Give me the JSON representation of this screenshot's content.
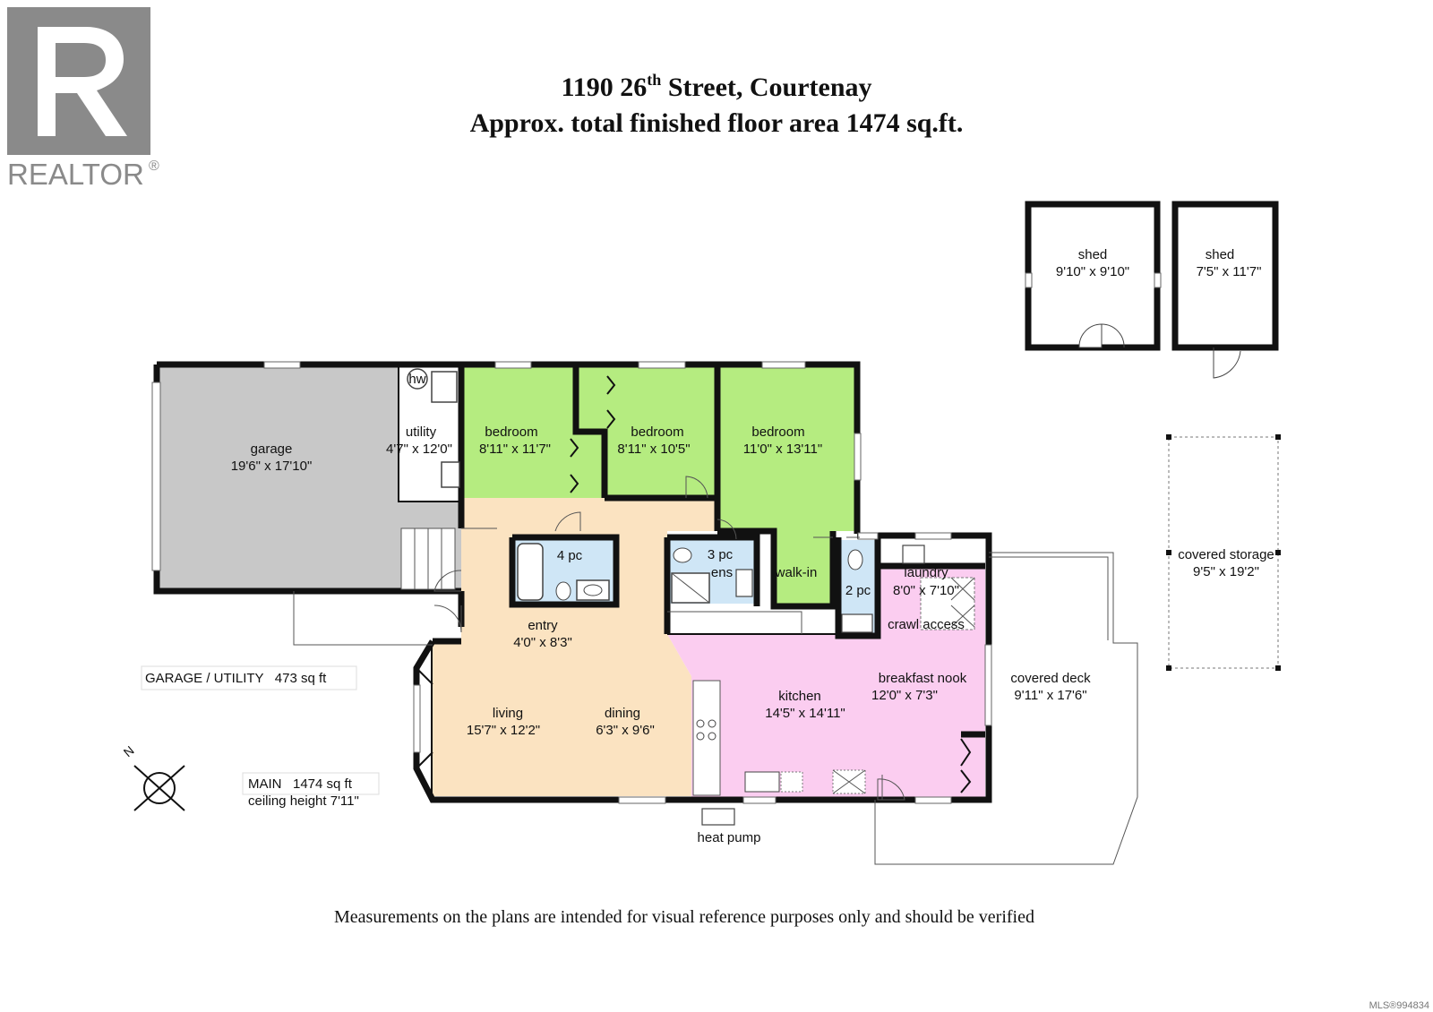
{
  "header": {
    "address_pre": "1190 26",
    "address_sup": "th",
    "address_post": " Street, Courtenay",
    "area_line": "Approx. total finished floor area 1474 sq.ft."
  },
  "logo": {
    "text": "REALTOR",
    "mark": "®"
  },
  "rooms": {
    "garage": {
      "name": "garage",
      "dims": "19'6\" x 17'10\""
    },
    "utility": {
      "name": "utility",
      "dims": "4'7\" x 12'0\"",
      "hw": "hw"
    },
    "bedroom1": {
      "name": "bedroom",
      "dims": "8'11\" x 11'7\""
    },
    "bedroom2": {
      "name": "bedroom",
      "dims": "8'11\" x 10'5\""
    },
    "bedroom3": {
      "name": "bedroom",
      "dims": "11'0\" x 13'11\""
    },
    "bath4": {
      "name": "4 pc"
    },
    "bath3": {
      "name": "3 pc",
      "sub": "ens"
    },
    "walkin": {
      "name": "walk-in"
    },
    "bath2": {
      "name": "2 pc"
    },
    "laundry": {
      "name": "laundry",
      "dims": "8'0\" x 7'10\""
    },
    "crawl": {
      "name": "crawl access"
    },
    "entry": {
      "name": "entry",
      "dims": "4'0\" x 8'3\""
    },
    "living": {
      "name": "living",
      "dims": "15'7\" x 12'2\""
    },
    "dining": {
      "name": "dining",
      "dims": "6'3\" x 9'6\""
    },
    "kitchen": {
      "name": "kitchen",
      "dims": "14'5\" x 14'11\""
    },
    "nook": {
      "name": "breakfast nook",
      "dims": "12'0\" x 7'3\""
    },
    "deck": {
      "name": "covered deck",
      "dims": "9'11\" x 17'6\""
    },
    "shed1": {
      "name": "shed",
      "dims": "9'10\" x 9'10\""
    },
    "shed2": {
      "name": "shed",
      "dims": "7'5\" x 11'7\""
    },
    "storage": {
      "name": "covered storage",
      "dims": "9'5\" x 19'2\""
    }
  },
  "summary": {
    "garage_utility": "GARAGE / UTILITY   473 sq ft",
    "main": "MAIN   1474 sq ft",
    "ceiling": "ceiling height 7'11\""
  },
  "heat_pump": "heat pump",
  "compass": {
    "label": "N"
  },
  "disclaimer": "Measurements on the plans are intended for visual reference purposes only and should be verified",
  "mls_number": "MLS®994834",
  "colors": {
    "garage": "#c8c8c8",
    "bedroom": "#b5ec80",
    "living": "#fbe3c1",
    "kitchen": "#fbcdf0",
    "bath": "#cfe6f6",
    "closet": "#d7b7ee",
    "logo": "#8a8a8a"
  }
}
